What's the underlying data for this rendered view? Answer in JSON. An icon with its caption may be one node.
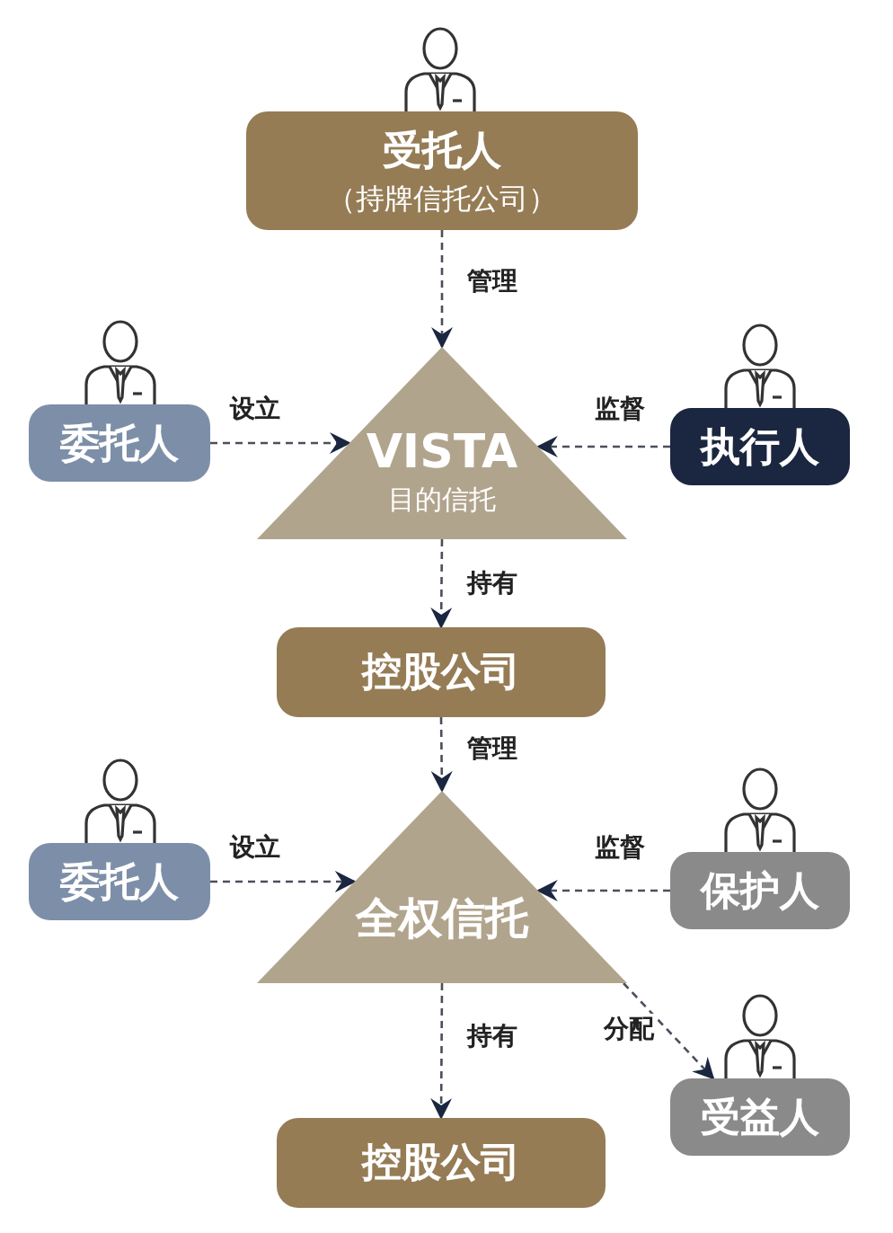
{
  "diagram": {
    "nodes": [
      {
        "text": [
          "受托人",
          "（持牌信托公司）"
        ]
      },
      {
        "text": [
          "委托人"
        ]
      },
      {
        "text": [
          "VISTA",
          "目的信托"
        ]
      },
      {
        "text": [
          "执行人"
        ]
      },
      {
        "text": [
          "控股公司"
        ]
      },
      {
        "text": [
          "委托人"
        ]
      },
      {
        "text": [
          "全权信托"
        ]
      },
      {
        "text": [
          "保护人"
        ]
      },
      {
        "text": [
          "受益人"
        ]
      },
      {
        "text": [
          "控股公司"
        ]
      }
    ],
    "edges": [
      {
        "from": 0,
        "to": 2,
        "arrow": "to",
        "label": "管理"
      },
      {
        "from": 1,
        "to": 2,
        "arrow": "to",
        "label": "设立"
      },
      {
        "from": 3,
        "to": 2,
        "arrow": "to",
        "label": "监督"
      },
      {
        "from": 2,
        "to": 4,
        "arrow": "to",
        "label": "持有"
      },
      {
        "from": 4,
        "to": 6,
        "arrow": "to",
        "label": "管理"
      },
      {
        "from": 5,
        "to": 6,
        "arrow": "to",
        "label": "设立"
      },
      {
        "from": 7,
        "to": 6,
        "arrow": "to",
        "label": "监督"
      },
      {
        "from": 6,
        "to": 9,
        "arrow": "to",
        "label": "持有"
      },
      {
        "from": 6,
        "to": 8,
        "arrow": "to",
        "label": "分配"
      }
    ]
  }
}
